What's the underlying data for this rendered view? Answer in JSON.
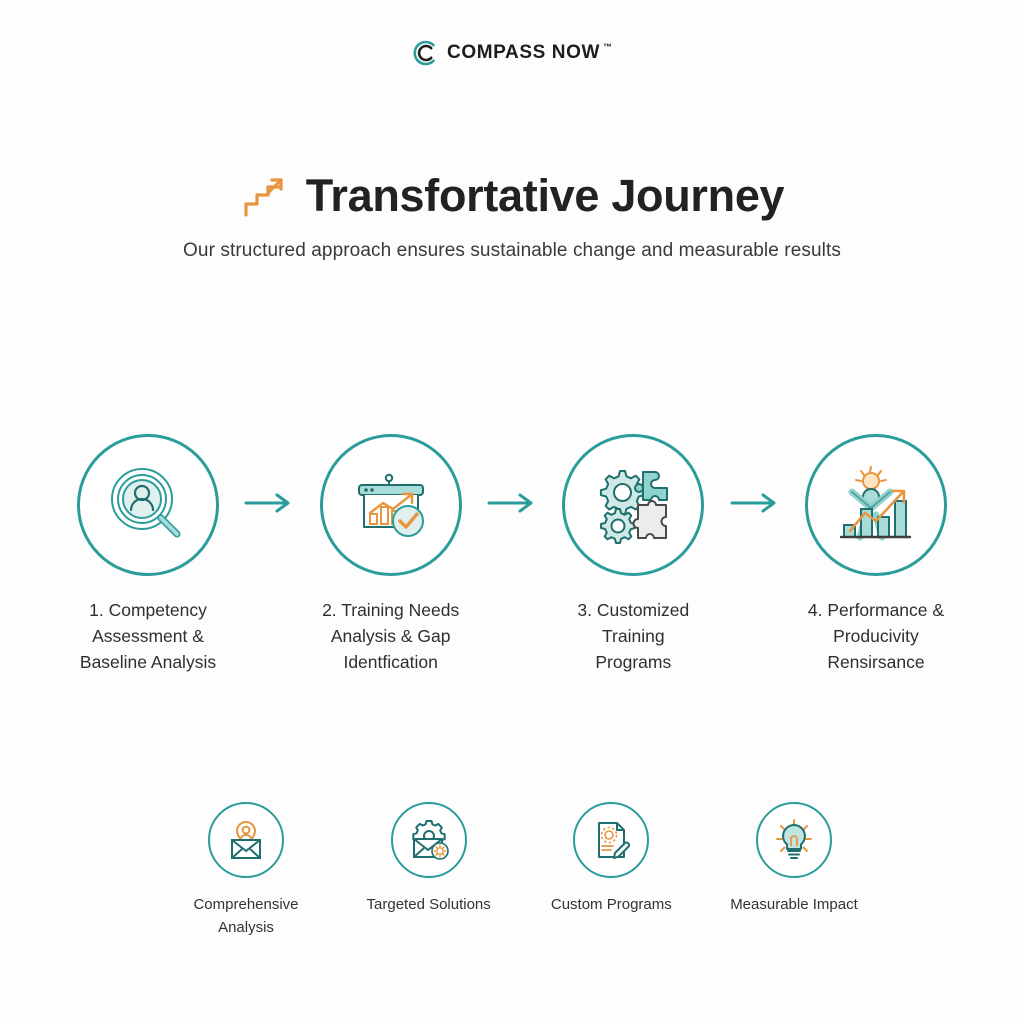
{
  "brand": {
    "name": "COMPASS NOW",
    "trademark": "™",
    "logo_icon": "compass-c-ring-icon",
    "logo_color_outer": "#2a9d9b",
    "logo_color_inner": "#1d1d1d"
  },
  "header": {
    "title": "Transfortative Journey",
    "title_icon": "growth-arrow-icon",
    "subtitle": "Our structured approach ensures sustainable change and measurable results"
  },
  "theme": {
    "background": "#fdfdfd",
    "accent_teal": "#2a9d9b",
    "accent_teal_fill": "#a9dcd9",
    "accent_orange": "#e8953f",
    "accent_grey": "#e8e8e8",
    "text_dark": "#2f2f2f"
  },
  "steps": [
    {
      "number": "1.",
      "label": "1. Competency Assessment & Baseline Analysis",
      "line1": "1. Competency",
      "line2": "Assessment &",
      "line3": "Baseline Analysis",
      "icon": "magnifier-person-icon"
    },
    {
      "number": "2.",
      "label": "2. Training Needs Analysis & Gap Identfication",
      "line1": "2. Training Needs",
      "line2": "Analysis & Gap",
      "line3": "Identfication",
      "icon": "presentation-chart-check-icon"
    },
    {
      "number": "3.",
      "label": "3. Customized Training Programs",
      "line1": "3. Customized",
      "line2": "Training",
      "line3": "Programs",
      "icon": "gears-puzzle-icon"
    },
    {
      "number": "4.",
      "label": "4. Performance & Producivity Rensirsance",
      "line1": "4. Performance &",
      "line2": "Producivity",
      "line3": "Rensirsance",
      "icon": "person-growth-chart-icon"
    }
  ],
  "connectors": {
    "icon": "arrow-right-icon",
    "count": 3
  },
  "benefits": [
    {
      "line1": "Comprehensive",
      "line2": "Analysis",
      "label": "Comprehensive Analysis",
      "icon": "envelope-person-pin-icon"
    },
    {
      "line1": "Targeted Solutions",
      "line2": "",
      "label": "Targeted Solutions",
      "icon": "envelope-gear-icon"
    },
    {
      "line1": "Custom Programs",
      "line2": "",
      "label": "Custom Programs",
      "icon": "document-gear-pen-icon"
    },
    {
      "line1": "Measurable Impact",
      "line2": "",
      "label": "Measurable Impact",
      "icon": "lightbulb-icon"
    }
  ]
}
